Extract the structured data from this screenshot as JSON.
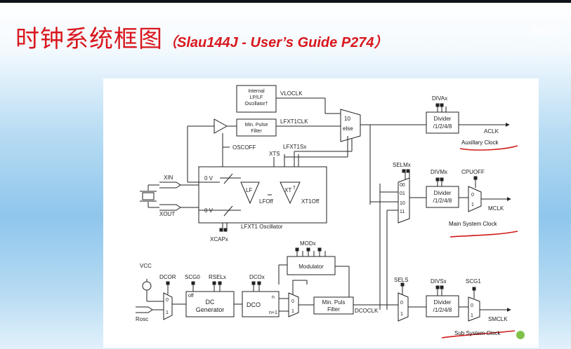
{
  "slide": {
    "title_zh": "时钟系统框图",
    "title_ref": "（Slau144J - User’s Guide P274）",
    "watermark": "物联世"
  },
  "diagram": {
    "internal_osc": [
      "Internal",
      "LP/LF",
      "Oscillator†"
    ],
    "vloclk": "VLOCLK",
    "min_pulse_1": [
      "Min. Pulse",
      "Filter"
    ],
    "lfxt1clk": "LFXT1CLK",
    "mux_10": "10",
    "mux_else": "else",
    "oscoff": "OSCOFF",
    "xts": "XTS",
    "lfxt1sx": "LFXT1Sx",
    "xin": "XIN",
    "xout": "XOUT",
    "v0_top": "0 V",
    "v0_bottom": "0 V",
    "lf": "LF",
    "xt": "XT",
    "xt_sup": "†",
    "lfoff": "LFOff",
    "xt1off": "XT1Off",
    "lfxt1_osc": "LFXT1 Oscillator",
    "xcapx": "XCAPx",
    "divax": "DIVAx",
    "divider_a": [
      "Divider",
      "/1/2/4/8"
    ],
    "aclk": "ACLK",
    "aux_clock": "Auxillary Clock",
    "selmx": "SELMx",
    "selm_inputs": [
      "00",
      "01",
      "10",
      "11"
    ],
    "divmx": "DIVMx",
    "divider_m": [
      "Divider",
      "/1/2/4/8"
    ],
    "cpuoff": "CPUOFF",
    "mux_01": [
      "0",
      "1"
    ],
    "mclk": "MCLK",
    "main_clock": "Main System Clock",
    "vcc": "VCC",
    "dcor": "DCOR",
    "scg0": "SCG0",
    "rselx": "RSELx",
    "dcox": "DCOx",
    "modx": "MODx",
    "modulator": "Modulator",
    "dc_off": "off",
    "dc_generator": [
      "DC",
      "Generator"
    ],
    "dco_label": "DCO",
    "n": "n",
    "n_plus_1": "n+1",
    "min_pulse_2": [
      "Min. Puls",
      "Filter"
    ],
    "dcoclk": "DCOCLK",
    "rosc": "Rosc",
    "sels": "SELS",
    "divsx": "DIVSx",
    "divider_s": [
      "Divider",
      "/1/2/4/8"
    ],
    "scg1": "SCG1",
    "smclk": "SMCLK",
    "sub_clock": "Sub System Clock"
  },
  "colors": {
    "title_red": "#d8171d",
    "underline_red": "#d11a1a",
    "pointer_green": "#7fc24a"
  }
}
